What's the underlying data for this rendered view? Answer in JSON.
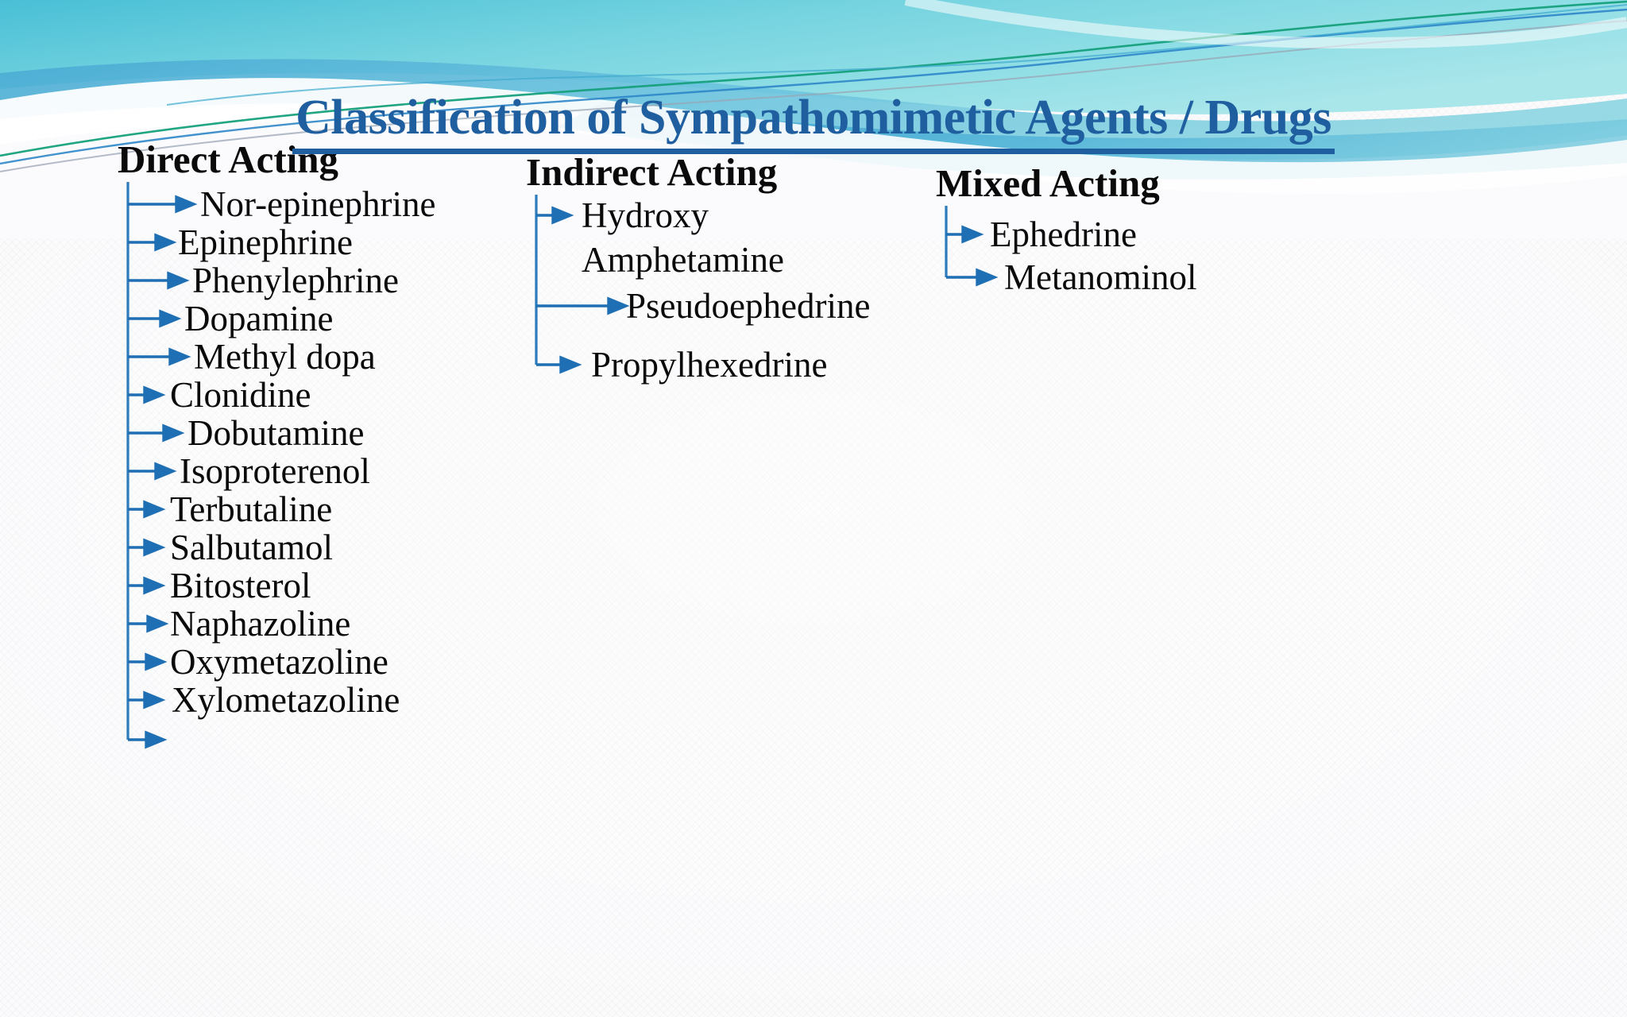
{
  "slide": {
    "title": "Classification of Sympathomimetic Agents / Drugs",
    "title_color": "#1f5fa0",
    "accent_color": "#1f6fb4",
    "background_color": "#f7f7f9",
    "banner_colors": [
      "#5ec8da",
      "#8fdce4",
      "#3f9fd0",
      "#2e9fb5",
      "#1f7fc0",
      "#1aa37a",
      "#ffffff"
    ]
  },
  "columns": [
    {
      "heading": "Direct Acting",
      "items": [
        {
          "label": "Nor-epinephrine"
        },
        {
          "label": "Epinephrine"
        },
        {
          "label": "Phenylephrine"
        },
        {
          "label": "Dopamine"
        },
        {
          "label": "Methyl dopa"
        },
        {
          "label": "Clonidine"
        },
        {
          "label": "Dobutamine"
        },
        {
          "label": "Isoproterenol"
        },
        {
          "label": "Terbutaline"
        },
        {
          "label": "Salbutamol"
        },
        {
          "label": "Bitosterol"
        },
        {
          "label": "Naphazoline"
        },
        {
          "label": "Oxymetazoline"
        },
        {
          "label": "Xylometazoline"
        }
      ]
    },
    {
      "heading": "Indirect Acting",
      "items": [
        {
          "label": "Hydroxy"
        },
        {
          "label": "Amphetamine"
        },
        {
          "label": "Pseudoephedrine"
        },
        {
          "label": "Propylhexedrine"
        }
      ]
    },
    {
      "heading": "Mixed Acting",
      "items": [
        {
          "label": "Ephedrine"
        },
        {
          "label": "Metanominol"
        }
      ]
    }
  ]
}
